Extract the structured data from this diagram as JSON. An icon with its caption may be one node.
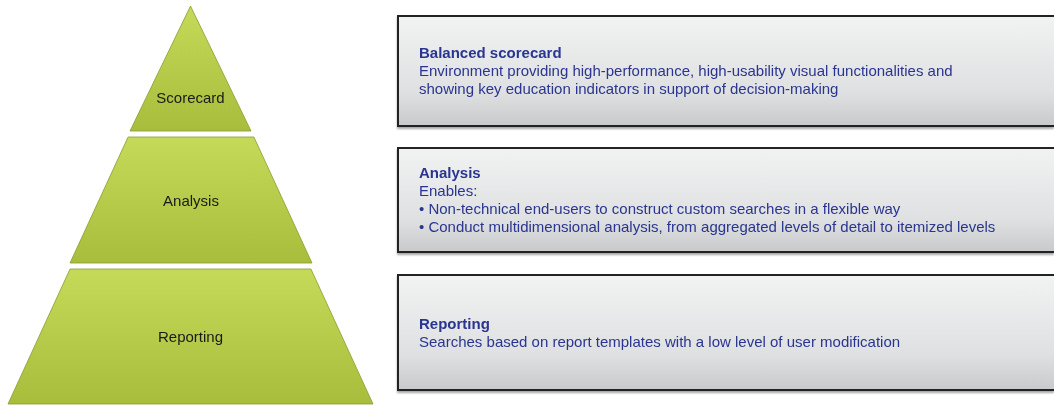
{
  "diagram": {
    "nodes": [
      {
        "text": [
          "Scorecard"
        ]
      },
      {
        "text": [
          "Analysis"
        ]
      },
      {
        "text": [
          "Reporting"
        ]
      },
      {
        "text": [
          "Balanced scorecard",
          "Environment providing high-performance, high-usability visual functionalities and showing key education indicators in support of decision-making"
        ]
      },
      {
        "text": [
          "Analysis",
          "Enables:",
          "• Non-technical end-users to construct custom searches in a flexible way",
          "• Conduct multidimensional analysis, from aggregated levels of detail to itemized levels"
        ]
      },
      {
        "text": [
          "Reporting",
          "Searches based on report templates with a low level of user modification"
        ]
      }
    ]
  }
}
